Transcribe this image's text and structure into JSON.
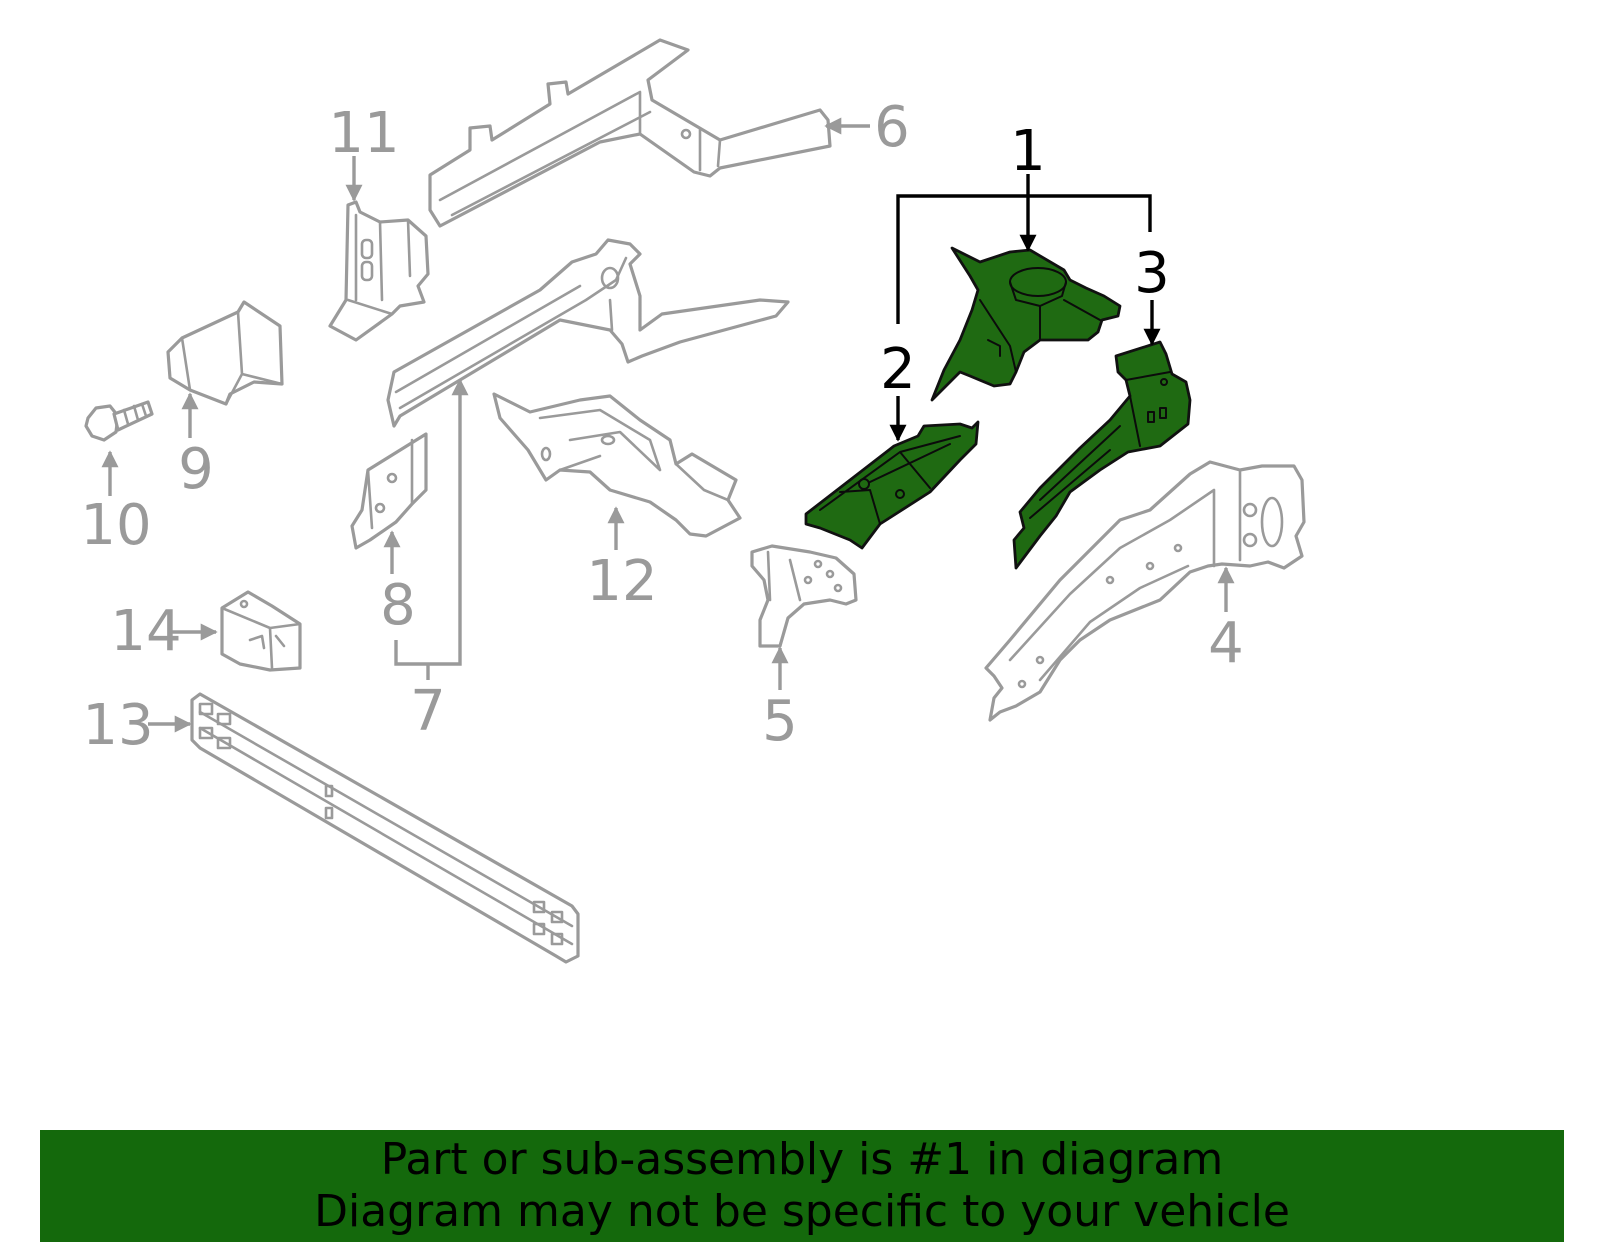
{
  "banner": {
    "line1": "Part or sub-assembly is #1 in diagram",
    "line2": "Diagram may not be specific to your vehicle"
  },
  "callouts": {
    "c1": "1",
    "c2": "2",
    "c3": "3",
    "c4": "4",
    "c5": "5",
    "c6": "6",
    "c7": "7",
    "c8": "8",
    "c9": "9",
    "c10": "10",
    "c11": "11",
    "c12": "12",
    "c13": "13",
    "c14": "14"
  },
  "colors": {
    "highlight_part": "#1f6a12",
    "banner": "#14690c",
    "ghost_part": "#9a9a9a"
  }
}
